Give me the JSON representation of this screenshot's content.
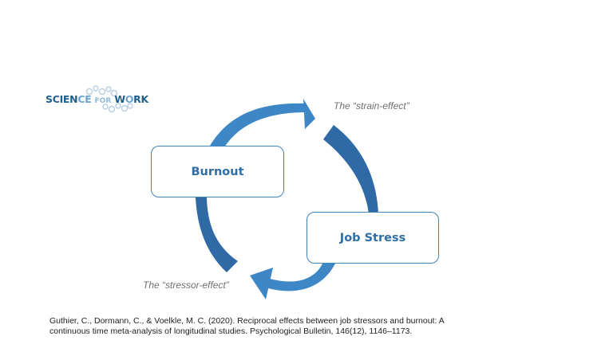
{
  "logo": {
    "part1": "SCIEN",
    "part2": "CE",
    "part3": "FOR",
    "part4": "W",
    "part5": "O",
    "part6": "RK"
  },
  "nodes": {
    "burnout": "Burnout",
    "job_stress": "Job Stress"
  },
  "labels": {
    "strain_effect": "The “strain-effect”",
    "stressor_effect": "The “stressor-effect”"
  },
  "citation": {
    "line1": "Guthier, C., Dormann, C., & Voelkle, M. C. (2020). Reciprocal effects between job stressors and burnout: A",
    "line2": "continuous time meta-analysis of longitudinal studies. Psychological Bulletin, 146(12), 1146–1173."
  },
  "colors": {
    "arrow_light": "#3e87c7",
    "arrow_dark": "#2f6aa6",
    "node_border": "#3f84bb",
    "node_text": "#2f6ea6"
  }
}
